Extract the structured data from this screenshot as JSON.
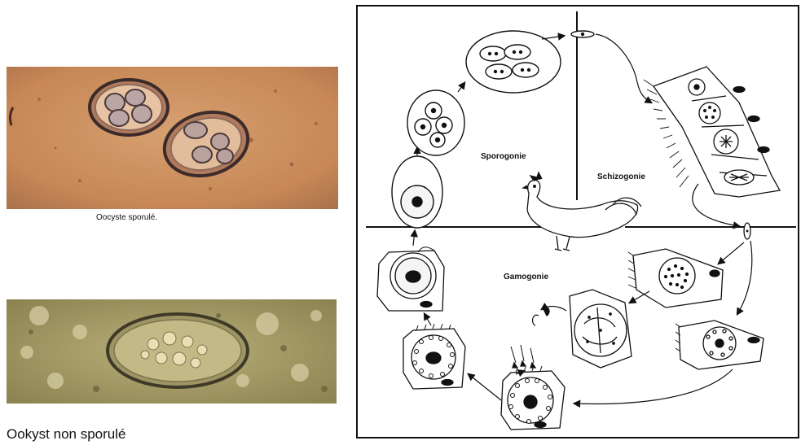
{
  "photos": [
    {
      "caption": "Oocyste sporulé."
    },
    {
      "caption": "Ookyst non sporulé"
    }
  ],
  "cycle": {
    "phases": {
      "sporogony": "Sporogonie",
      "schizogony": "Schizogonie",
      "gamogony": "Gamogonie"
    },
    "host_icon": "chicken-icon"
  },
  "colors": {
    "photo1_background": "#c8895a",
    "photo2_background": "#a49c62",
    "line": "#111111"
  }
}
